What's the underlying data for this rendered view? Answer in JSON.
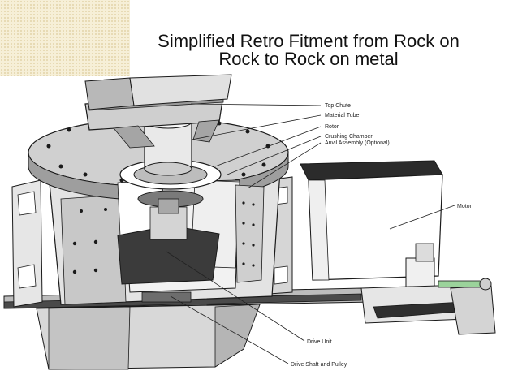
{
  "title": {
    "line1": "Simplified Retro Fitment from Rock on",
    "line2": "Rock to Rock on metal"
  },
  "labels": {
    "top_chute": "Top Chute",
    "material_tube": "Material Tube",
    "rotor": "Rotor",
    "crushing_chamber": "Crushing Chamber",
    "anvil_assembly": "Anvil Assembly (Optional)",
    "motor": "Motor",
    "drive_unit": "Drive Unit",
    "drive_shaft": "Drive Shaft and Pulley"
  },
  "colors": {
    "background": "#ffffff",
    "corner_texture": "#f6efd7",
    "metal_light": "#d9d9d9",
    "metal_dark": "#3b3b3b",
    "outline": "#1a1a1a"
  }
}
